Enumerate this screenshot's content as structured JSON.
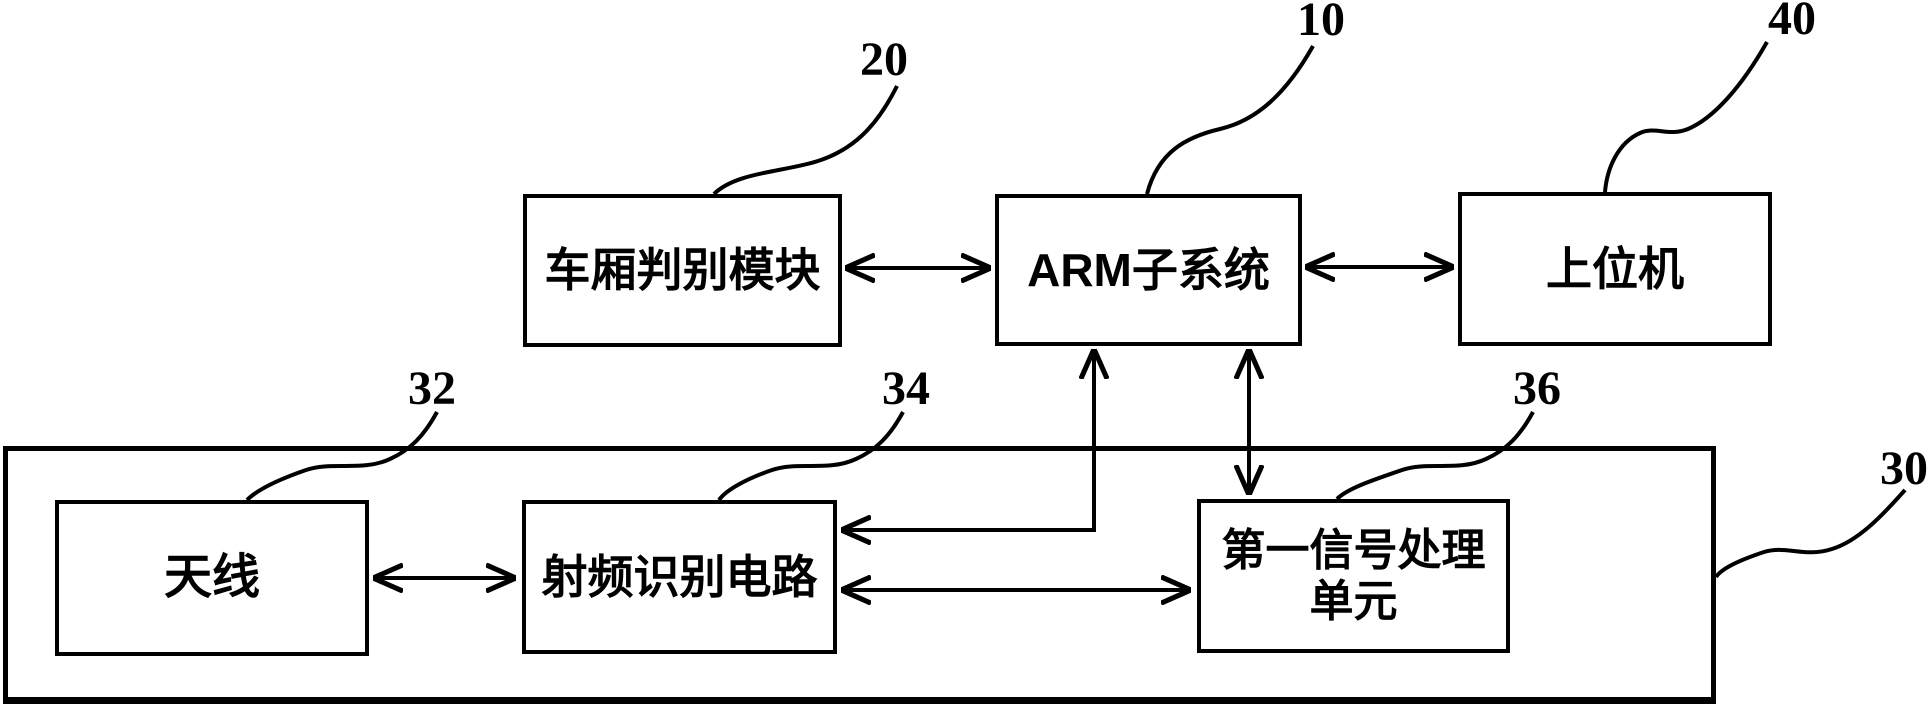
{
  "figure": {
    "kind": "patent-block-diagram",
    "colors": {
      "line": "#000000",
      "background": "#ffffff"
    }
  },
  "blocks": {
    "carriage_module": "车厢判别模块",
    "arm_subsystem": "ARM子系统",
    "host_computer": "上位机",
    "antenna": "天线",
    "rfid_circuit": "射频识别电路",
    "signal_unit_line1": "第一信号处理",
    "signal_unit_line2": "单元"
  },
  "ref_numbers": {
    "carriage_module": "20",
    "arm_subsystem": "10",
    "host_computer": "40",
    "antenna": "32",
    "rfid_circuit": "34",
    "signal_unit": "36",
    "outer_subsystem": "30"
  }
}
